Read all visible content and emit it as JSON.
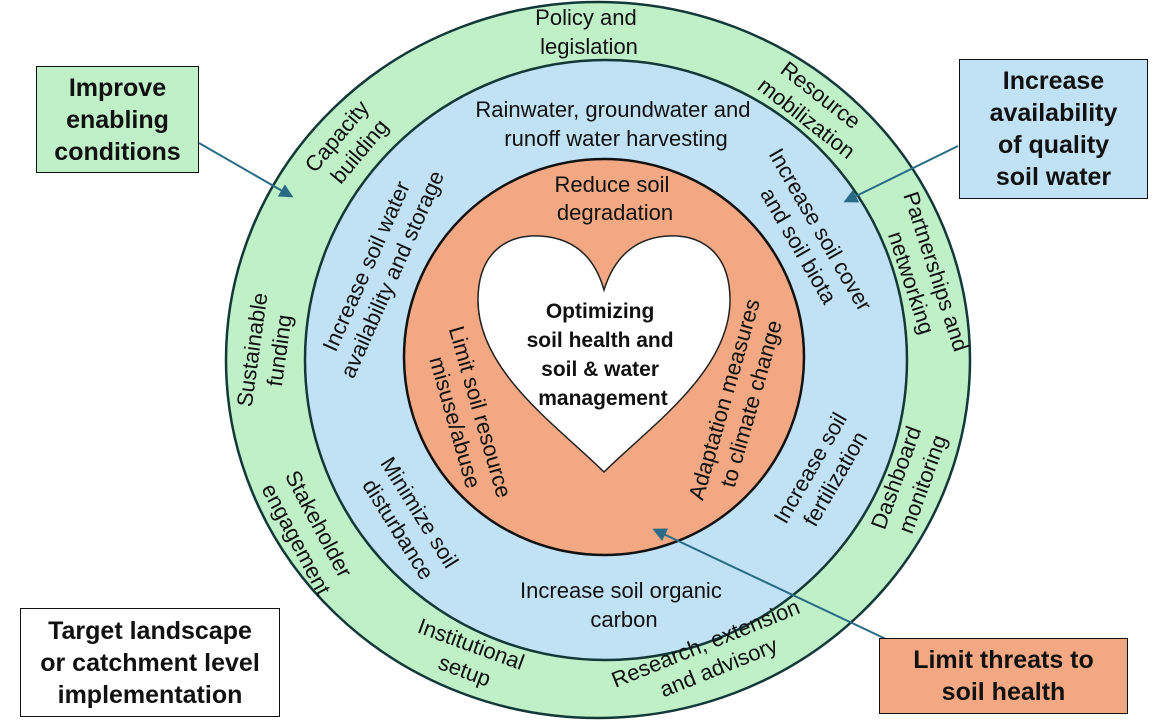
{
  "colors": {
    "outer_ring": "#bff0c8",
    "middle_ring": "#c1e1f5",
    "inner_ring": "#f2a882",
    "heart": "#ffffff",
    "ring_stroke": "#123838",
    "arrow": "#2a6c86",
    "target_box": "#ffffff"
  },
  "center": {
    "lines": [
      "Optimizing",
      "soil health and",
      "soil & water",
      "management"
    ]
  },
  "inner_ring": {
    "name": "Limit threats to soil health",
    "items": [
      {
        "id": "reduce-soil-degradation",
        "lines": [
          "Reduce soil",
          "degradation"
        ]
      },
      {
        "id": "adaptation-measures",
        "lines": [
          "Adaptation measures",
          "to climate change"
        ]
      },
      {
        "id": "limit-soil-resource-misuse",
        "lines": [
          "Limit soil resource",
          "misuse/abuse"
        ]
      }
    ]
  },
  "middle_ring": {
    "name": "Increase availability of quality soil water",
    "items": [
      {
        "id": "water-harvesting",
        "lines": [
          "Rainwater, groundwater and",
          "runoff water harvesting"
        ]
      },
      {
        "id": "soil-cover-biota",
        "lines": [
          "Increase soil cover",
          "and soil biota"
        ]
      },
      {
        "id": "soil-fertilization",
        "lines": [
          "Increase soil",
          "fertilization"
        ]
      },
      {
        "id": "soil-organic-carbon",
        "lines": [
          "Increase soil organic",
          "carbon"
        ]
      },
      {
        "id": "minimize-disturbance",
        "lines": [
          "Minimize soil",
          "disturbance"
        ]
      },
      {
        "id": "soil-water-storage",
        "lines": [
          "Increase soil water",
          "availability and storage"
        ]
      }
    ]
  },
  "outer_ring": {
    "name": "Improve enabling conditions",
    "items": [
      {
        "id": "policy-legislation",
        "lines": [
          "Policy and",
          "legislation"
        ]
      },
      {
        "id": "resource-mobilization",
        "lines": [
          "Resource",
          "mobilization"
        ]
      },
      {
        "id": "partnerships-networking",
        "lines": [
          "Partnerships and",
          "networking"
        ]
      },
      {
        "id": "dashboard-monitoring",
        "lines": [
          "Dashboard",
          "monitoring"
        ]
      },
      {
        "id": "research-extension",
        "lines": [
          "Research, extension",
          "and advisory"
        ]
      },
      {
        "id": "institutional-setup",
        "lines": [
          "Institutional",
          "setup"
        ]
      },
      {
        "id": "stakeholder-engagement",
        "lines": [
          "Stakeholder",
          "engagement"
        ]
      },
      {
        "id": "sustainable-funding",
        "lines": [
          "Sustainable",
          "funding"
        ]
      },
      {
        "id": "capacity-building",
        "lines": [
          "Capacity",
          "building"
        ]
      }
    ]
  },
  "callouts": {
    "improve_enabling": {
      "lines": [
        "Improve",
        "enabling",
        "conditions"
      ]
    },
    "increase_availability": {
      "lines": [
        "Increase",
        "availability",
        "of quality",
        "soil water"
      ]
    },
    "limit_threats": {
      "lines": [
        "Limit threats to",
        "soil health"
      ]
    },
    "target_landscape": {
      "lines": [
        "Target landscape",
        "or catchment level",
        "implementation"
      ]
    }
  }
}
